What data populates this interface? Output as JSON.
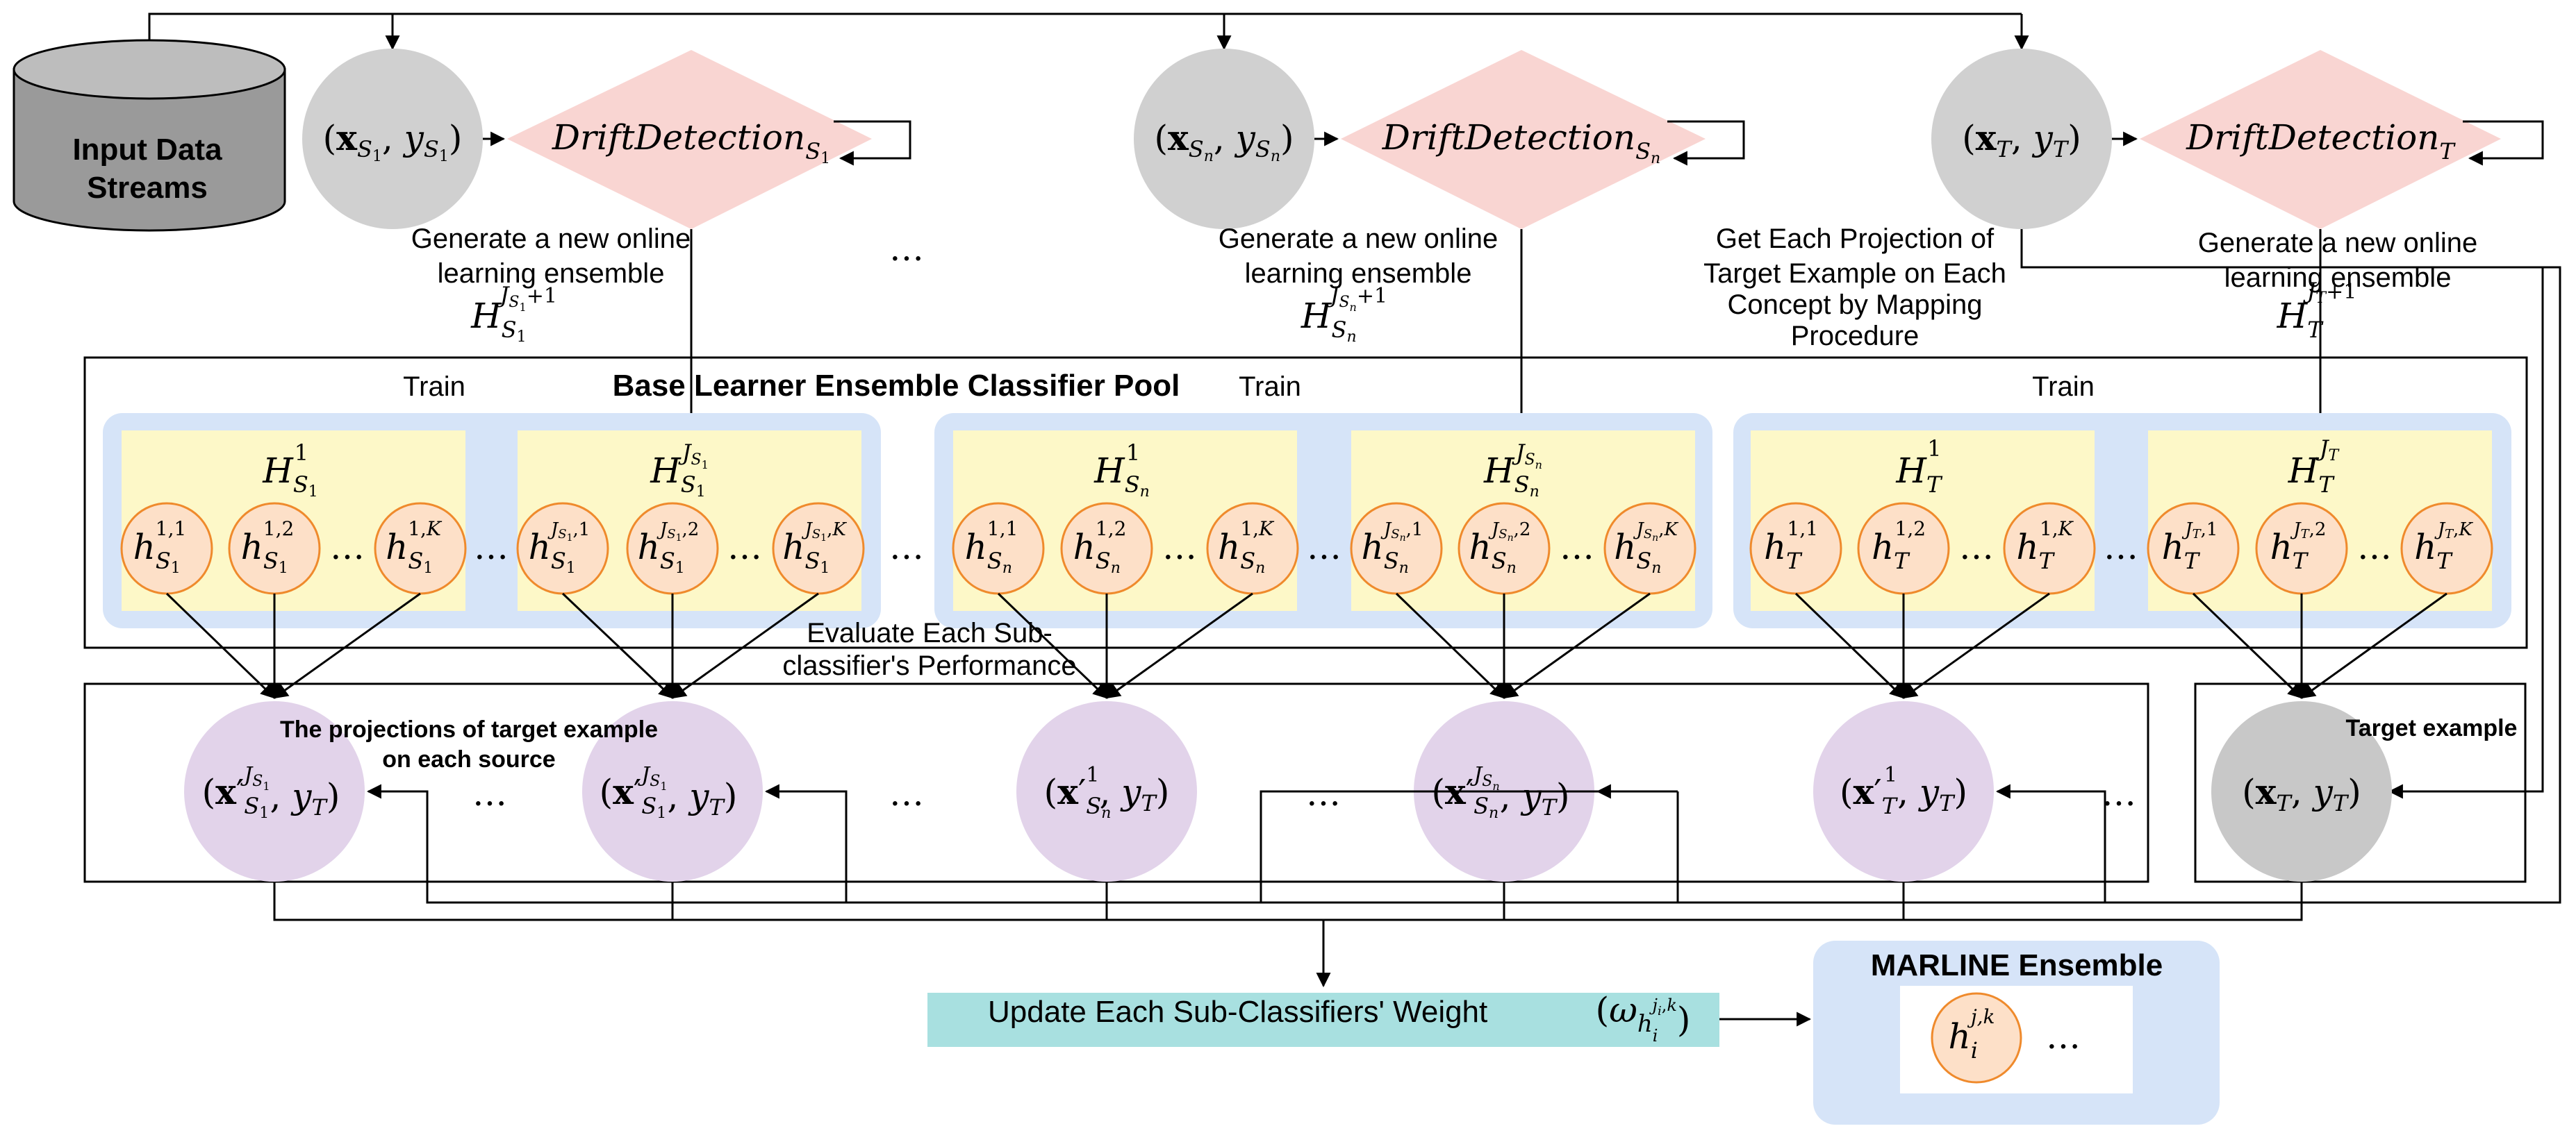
{
  "storage": {
    "line1": "Input Data",
    "line2": "Streams"
  },
  "pool_title": "Base Learner Ensemble Classifier Pool",
  "train_label": "Train",
  "generate_label": {
    "line1": "Generate a new online",
    "line2": "learning ensemble"
  },
  "projection_label": {
    "line1": "Get Each Projection of",
    "line2": "Target Example on Each",
    "line3": "Concept by Mapping",
    "line4": "Procedure"
  },
  "evaluate_label": {
    "line1": "Evaluate Each Sub-",
    "line2": "classifier's Performance"
  },
  "projections_title": {
    "line1": "The projections of target example",
    "line2": "on each source"
  },
  "target_example_label": "Target example",
  "update_label": "Update Each Sub-Classifiers' Weight",
  "marline_title": "MARLINE Ensemble",
  "ellipsis": "…",
  "sources": [
    {
      "input": "(x_S1, y_S1)",
      "drift": "DriftDetection_S1",
      "new_ensemble": "H_S1^(J_S1+1)",
      "ens_first": "H_S1^1",
      "ens_last": "H_S1^(J_S1)",
      "first_members": [
        "h_S1^(1,1)",
        "h_S1^(1,2)",
        "h_S1^(1,K)"
      ],
      "last_members": [
        "h_S1^(J_S1,1)",
        "h_S1^(J_S1,2)",
        "h_S1^(J_S1,K)"
      ],
      "projections": [
        "(x'_S1^(J_S1), y_T)",
        "(x'_S1^(J_S1), y_T)"
      ]
    },
    {
      "input": "(x_Sn, y_Sn)",
      "drift": "DriftDetection_Sn",
      "new_ensemble": "H_Sn^(J_Sn+1)",
      "ens_first": "H_Sn^1",
      "ens_last": "H_Sn^(J_Sn)",
      "first_members": [
        "h_Sn^(1,1)",
        "h_Sn^(1,2)",
        "h_Sn^(1,K)"
      ],
      "last_members": [
        "h_Sn^(J_Sn,1)",
        "h_Sn^(J_Sn,2)",
        "h_Sn^(J_Sn,K)"
      ],
      "projections": [
        "(x'_Sn^1, y_T)",
        "(x'_Sn^(J_Sn), y_T)"
      ]
    },
    {
      "input": "(x_T, y_T)",
      "drift": "DriftDetection_T",
      "new_ensemble": "H_T^(J_T+1)",
      "ens_first": "H_T^1",
      "ens_last": "H_T^(J_T)",
      "first_members": [
        "h_T^(1,1)",
        "h_T^(1,2)",
        "h_T^(1,K)"
      ],
      "last_members": [
        "h_T^(J_T,1)",
        "h_T^(J_T,2)",
        "h_T^(J_T,K)"
      ],
      "projections": [
        "(x'_T^1, y_T)",
        "(x_T, y_T)"
      ]
    }
  ],
  "weight_symbol": "(ω_h_i^(j_i,k))",
  "marline_member": "h_i^(j,k)",
  "colors": {
    "input_node": "#d0d0d0",
    "drift": "#f9d5d2",
    "pool_group": "#d6e4f8",
    "ensemble": "#fdf8c8",
    "member_fill": "#fde0c8",
    "member_stroke": "#ef8a2c",
    "projection": "#e2d3ea",
    "target_example": "#c8c8c8",
    "update_bar": "#a8e0e0",
    "marline_bg": "#d6e4f8"
  }
}
